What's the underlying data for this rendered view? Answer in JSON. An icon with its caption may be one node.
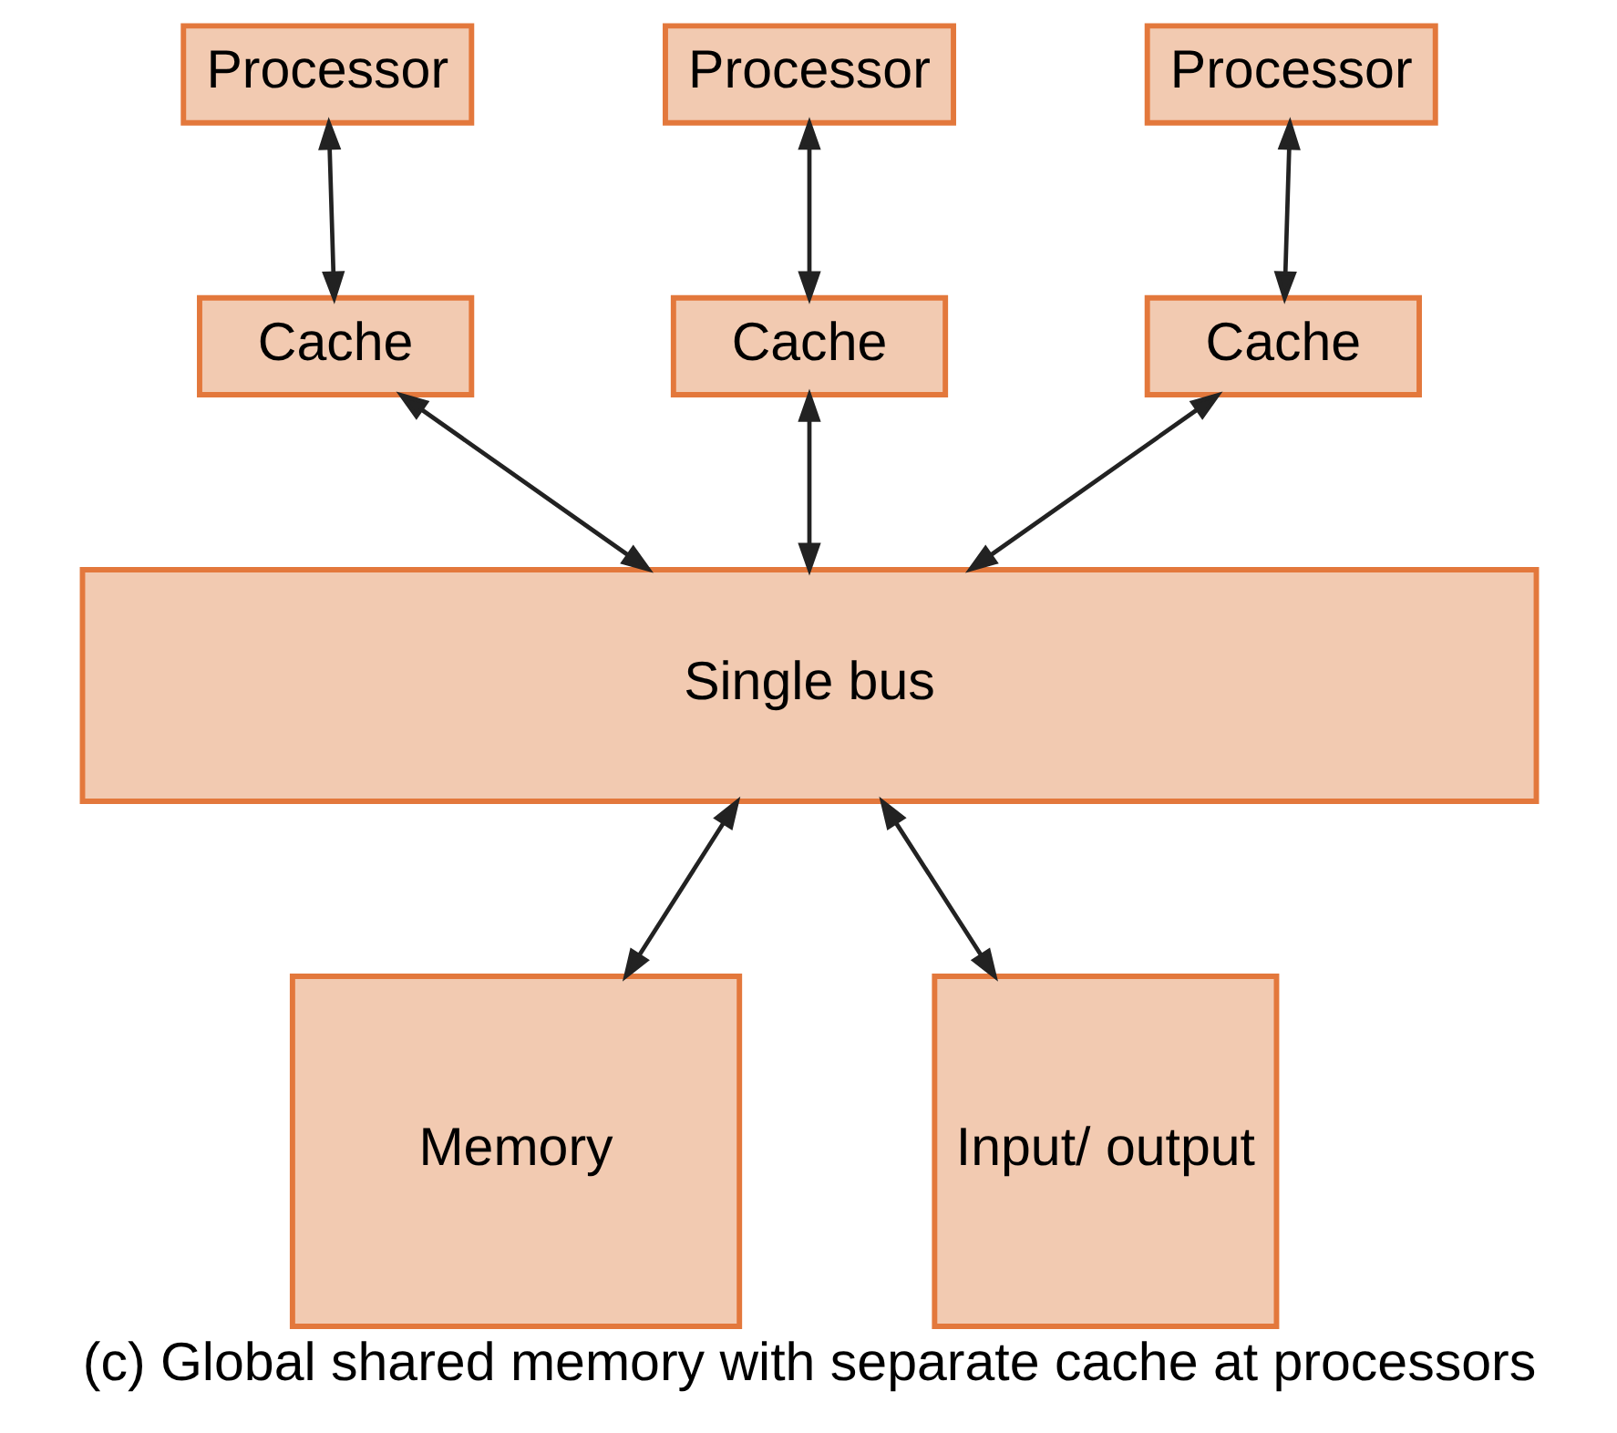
{
  "diagram": {
    "caption": "(c) Global shared memory with separate cache at processors",
    "nodes": [
      {
        "text": [
          "Processor"
        ]
      },
      {
        "text": [
          "Processor"
        ]
      },
      {
        "text": [
          "Processor"
        ]
      },
      {
        "text": [
          "Cache"
        ]
      },
      {
        "text": [
          "Cache"
        ]
      },
      {
        "text": [
          "Cache"
        ]
      },
      {
        "text": [
          "Single bus"
        ]
      },
      {
        "text": [
          "Memory"
        ]
      },
      {
        "text": [
          "Input/ output"
        ]
      }
    ],
    "edges": [
      {
        "from": 0,
        "to": 3,
        "arrow": "both"
      },
      {
        "from": 1,
        "to": 4,
        "arrow": "both"
      },
      {
        "from": 2,
        "to": 5,
        "arrow": "both"
      },
      {
        "from": 3,
        "to": 6,
        "arrow": "both"
      },
      {
        "from": 4,
        "to": 6,
        "arrow": "both"
      },
      {
        "from": 5,
        "to": 6,
        "arrow": "both"
      },
      {
        "from": 6,
        "to": 7,
        "arrow": "both"
      },
      {
        "from": 6,
        "to": 8,
        "arrow": "both"
      }
    ]
  }
}
